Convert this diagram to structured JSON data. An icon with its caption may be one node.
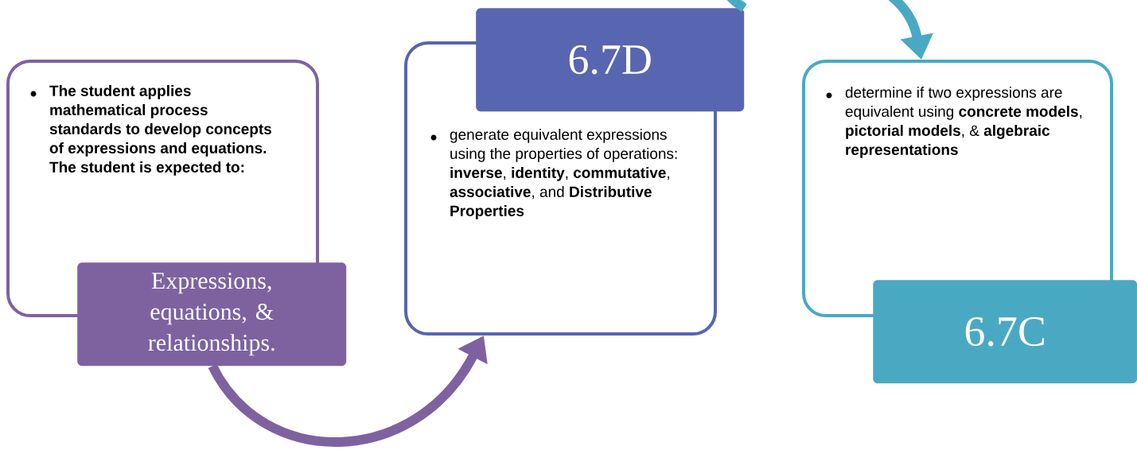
{
  "diagram": {
    "nodes": [
      {
        "text": [
          "The student applies mathematical process standards to develop concepts of expressions and equations. The student is expected to:"
        ]
      },
      {
        "text": [
          "Expressions, equations, & relationships."
        ]
      },
      {
        "text": [
          "generate equivalent expressions using the properties of operations: **inverse**, **identity**, **commutative**, **associative**, and **Distributive Properties**"
        ]
      },
      {
        "text": [
          "6.7D"
        ]
      },
      {
        "text": [
          "determine if two expressions are equivalent using **concrete models**, **pictorial models**, & **algebraic representations**"
        ]
      },
      {
        "text": [
          "6.7C"
        ]
      }
    ],
    "edges": [
      {
        "from": 1,
        "to": 2,
        "arrow": "to"
      },
      {
        "from": 3,
        "to": 4,
        "arrow": "to",
        "color": "#4aa9c2"
      }
    ]
  }
}
